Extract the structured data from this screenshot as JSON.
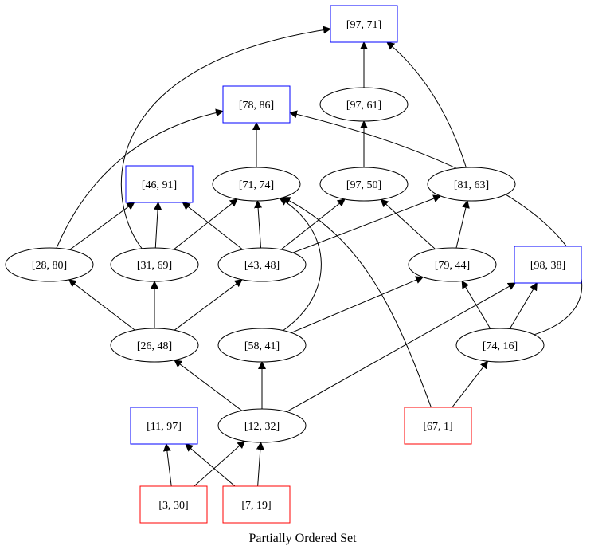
{
  "title": "Partially Ordered Set",
  "styles": {
    "box_max": "#0000ff",
    "box_min": "#ff0000",
    "ellipse": "#000000",
    "edge": "#000000"
  },
  "nodes": [
    {
      "id": "97_71",
      "label": "[97, 71]",
      "shape": "box",
      "kind": "max"
    },
    {
      "id": "78_86",
      "label": "[78, 86]",
      "shape": "box",
      "kind": "max"
    },
    {
      "id": "97_61",
      "label": "[97, 61]",
      "shape": "ellipse"
    },
    {
      "id": "46_91",
      "label": "[46, 91]",
      "shape": "box",
      "kind": "max"
    },
    {
      "id": "71_74",
      "label": "[71, 74]",
      "shape": "ellipse"
    },
    {
      "id": "97_50",
      "label": "[97, 50]",
      "shape": "ellipse"
    },
    {
      "id": "81_63",
      "label": "[81, 63]",
      "shape": "ellipse"
    },
    {
      "id": "28_80",
      "label": "[28, 80]",
      "shape": "ellipse"
    },
    {
      "id": "31_69",
      "label": "[31, 69]",
      "shape": "ellipse"
    },
    {
      "id": "43_48",
      "label": "[43, 48]",
      "shape": "ellipse"
    },
    {
      "id": "79_44",
      "label": "[79, 44]",
      "shape": "ellipse"
    },
    {
      "id": "98_38",
      "label": "[98, 38]",
      "shape": "box",
      "kind": "max"
    },
    {
      "id": "26_48",
      "label": "[26, 48]",
      "shape": "ellipse"
    },
    {
      "id": "58_41",
      "label": "[58, 41]",
      "shape": "ellipse"
    },
    {
      "id": "74_16",
      "label": "[74, 16]",
      "shape": "ellipse"
    },
    {
      "id": "11_97",
      "label": "[11, 97]",
      "shape": "box",
      "kind": "max"
    },
    {
      "id": "12_32",
      "label": "[12, 32]",
      "shape": "ellipse"
    },
    {
      "id": "67_1",
      "label": "[67, 1]",
      "shape": "box",
      "kind": "min"
    },
    {
      "id": "3_30",
      "label": "[3, 30]",
      "shape": "box",
      "kind": "min"
    },
    {
      "id": "7_19",
      "label": "[7, 19]",
      "shape": "box",
      "kind": "min"
    }
  ],
  "edges": [
    {
      "from": "97_61",
      "to": "97_71"
    },
    {
      "from": "81_63",
      "to": "97_71"
    },
    {
      "from": "31_69",
      "to": "97_71"
    },
    {
      "from": "71_74",
      "to": "78_86"
    },
    {
      "from": "28_80",
      "to": "78_86"
    },
    {
      "from": "74_16",
      "to": "78_86"
    },
    {
      "from": "97_50",
      "to": "97_61"
    },
    {
      "from": "28_80",
      "to": "46_91"
    },
    {
      "from": "31_69",
      "to": "46_91"
    },
    {
      "from": "43_48",
      "to": "46_91"
    },
    {
      "from": "31_69",
      "to": "71_74"
    },
    {
      "from": "43_48",
      "to": "71_74"
    },
    {
      "from": "58_41",
      "to": "71_74"
    },
    {
      "from": "67_1",
      "to": "71_74"
    },
    {
      "from": "43_48",
      "to": "97_50"
    },
    {
      "from": "79_44",
      "to": "97_50"
    },
    {
      "from": "43_48",
      "to": "81_63"
    },
    {
      "from": "79_44",
      "to": "81_63"
    },
    {
      "from": "26_48",
      "to": "28_80"
    },
    {
      "from": "26_48",
      "to": "31_69"
    },
    {
      "from": "26_48",
      "to": "43_48"
    },
    {
      "from": "58_41",
      "to": "79_44"
    },
    {
      "from": "74_16",
      "to": "79_44"
    },
    {
      "from": "74_16",
      "to": "98_38"
    },
    {
      "from": "12_32",
      "to": "98_38"
    },
    {
      "from": "12_32",
      "to": "26_48"
    },
    {
      "from": "12_32",
      "to": "58_41"
    },
    {
      "from": "67_1",
      "to": "74_16"
    },
    {
      "from": "3_30",
      "to": "11_97"
    },
    {
      "from": "7_19",
      "to": "11_97"
    },
    {
      "from": "3_30",
      "to": "12_32"
    },
    {
      "from": "7_19",
      "to": "12_32"
    }
  ]
}
